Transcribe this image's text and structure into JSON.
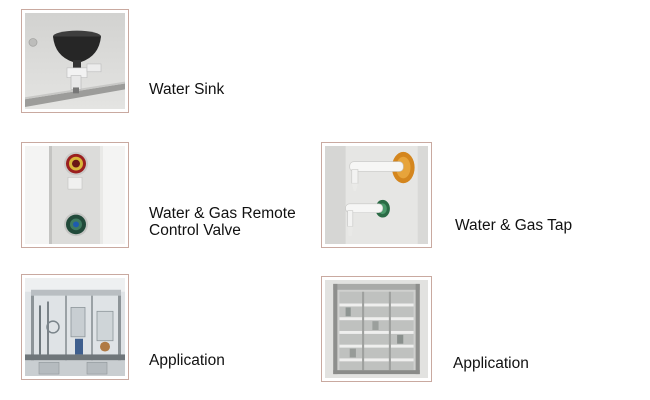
{
  "items": [
    {
      "caption": "Water Sink",
      "image": "water-sink-photo"
    },
    {
      "caption_lines": [
        "Water & Gas Remote",
        "Control Valve"
      ],
      "image": "remote-control-valve-photo"
    },
    {
      "caption": "Water & Gas Tap",
      "image": "water-gas-tap-photo"
    },
    {
      "caption": "Application",
      "image": "fume-hood-interior-photo"
    },
    {
      "caption": "Application",
      "image": "fume-hood-sash-photo"
    }
  ],
  "colors": {
    "frame_border": "#c9a9a0",
    "text": "#111111"
  }
}
